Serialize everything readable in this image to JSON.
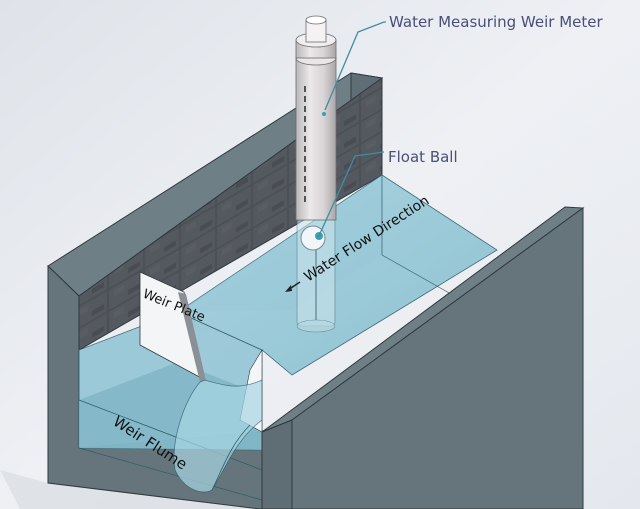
{
  "diagram": {
    "title": "Weir flume with water measuring weir meter",
    "labels": {
      "meter": "Water Measuring Weir Meter",
      "float_ball": "Float Ball",
      "flow_direction": "Water Flow Direction",
      "weir_plate": "Weir Plate",
      "weir_flume": "Weir Flume"
    },
    "flow_arrow": "left-down",
    "colors": {
      "background": "#e8ebf0",
      "concrete_front": "#66757c",
      "concrete_top": "#6f7f86",
      "brick_wall": "#4a4e55",
      "water": "#8fc3d4",
      "water_dark": "#6ea9bb",
      "meter_body": "#d9d6d8",
      "callout_line": "#3d8ea3",
      "callout_text": "#4a4f7a",
      "label_text": "#111111"
    }
  }
}
